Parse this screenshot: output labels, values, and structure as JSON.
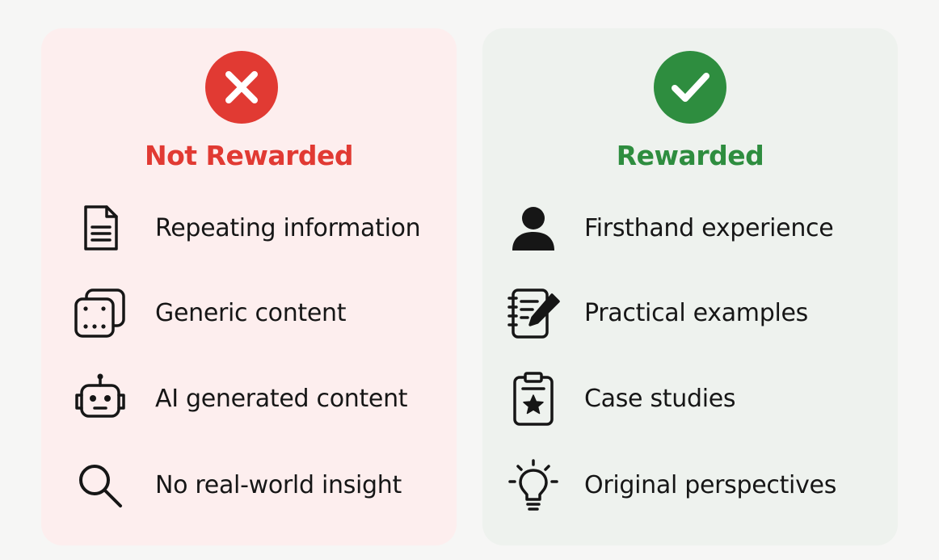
{
  "colors": {
    "not_rewarded_accent": "#e13a33",
    "rewarded_accent": "#2e8d3f",
    "not_rewarded_bg": "#fdeeee",
    "rewarded_bg": "#eef2ee"
  },
  "not_rewarded": {
    "title": "Not Rewarded",
    "badge_icon": "close-icon",
    "items": [
      {
        "label": "Repeating information",
        "icon": "document-icon"
      },
      {
        "label": "Generic content",
        "icon": "dice-copy-icon"
      },
      {
        "label": "AI generated content",
        "icon": "robot-icon"
      },
      {
        "label": "No real-world insight",
        "icon": "search-icon"
      }
    ]
  },
  "rewarded": {
    "title": "Rewarded",
    "badge_icon": "check-icon",
    "items": [
      {
        "label": "Firsthand experience",
        "icon": "person-icon"
      },
      {
        "label": "Practical examples",
        "icon": "notebook-pen-icon"
      },
      {
        "label": "Case studies",
        "icon": "clipboard-star-icon"
      },
      {
        "label": "Original perspectives",
        "icon": "lightbulb-icon"
      }
    ]
  }
}
